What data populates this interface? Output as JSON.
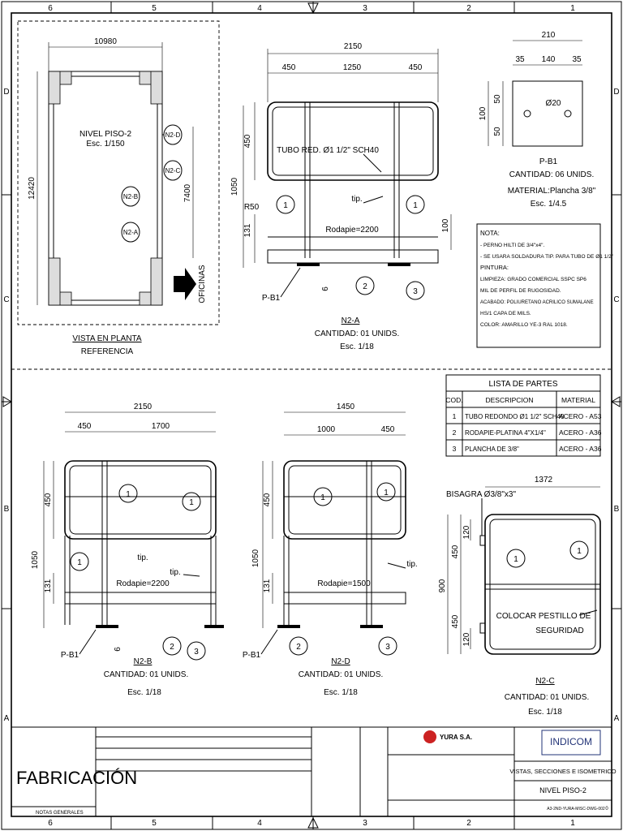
{
  "frame": {
    "col_labels": [
      "6",
      "5",
      "4",
      "3",
      "2",
      "1"
    ],
    "row_labels": [
      "D",
      "C",
      "B",
      "A"
    ]
  },
  "reference_view": {
    "title": "NIVEL PISO-2",
    "scale": "Esc. 1/150",
    "caption_1": "VISTA EN PLANTA",
    "caption_2": "REFERENCIA",
    "dim_width": "10980",
    "dim_height": "12420",
    "dim_7400": "7400",
    "tag_d": "N2-D",
    "tag_c": "N2-C",
    "tag_b": "N2-B",
    "tag_a": "N2-A",
    "oficinas": "OFICINAS"
  },
  "n2a": {
    "dim_total": "2150",
    "dim_left": "450",
    "dim_mid": "1250",
    "dim_right": "450",
    "dim_height": "1050",
    "dim_450": "450",
    "dim_131": "131",
    "dim_100": "100",
    "dim_6": "6",
    "r50": "R50",
    "pipe_label": "TUBO RED. Ø1 1/2\" SCH40",
    "tip": "tip.",
    "rodapie": "Rodapie=2200",
    "pb1": "P-B1",
    "name": "N2-A",
    "qty": "CANTIDAD: 01 UNIDS.",
    "scale": "Esc. 1/18"
  },
  "pb1_detail": {
    "dim_total": "210",
    "dim_35a": "35",
    "dim_140": "140",
    "dim_35b": "35",
    "dim_100": "100",
    "dim_50a": "50",
    "dim_50b": "50",
    "hole": "Ø20",
    "name": "P-B1",
    "qty": "CANTIDAD: 06 UNIDS.",
    "material": "MATERIAL:Plancha 3/8\"",
    "scale": "Esc. 1/4.5"
  },
  "notes": {
    "lines": [
      "NOTA:",
      "- PERNO HILTI DE 3/4\"x4\".",
      "- SE USARA SOLDADURA TIP. PARA TUBO DE Ø1 1/2\"",
      "PINTURA:",
      "LIMPIEZA: GRADO COMERCIAL SSPC SP6",
      "MIL DE PERFIL DE RUGOSIDAD.",
      "ACABADO: POLIURETANO ACRILICO SUMALANE",
      "HS/1 CAPA DE MILS.",
      "COLOR: AMARILLO YE-3 RAL 1018."
    ]
  },
  "parts_list": {
    "title": "LISTA DE PARTES",
    "headers": [
      "COD.",
      "DESCRIPCION",
      "MATERIAL"
    ],
    "rows": [
      [
        "1",
        "TUBO REDONDO Ø1 1/2\" SCH40",
        "ACERO - A53"
      ],
      [
        "2",
        "RODAPIE-PLATINA 4\"X1/4\"",
        "ACERO - A36"
      ],
      [
        "3",
        "PLANCHA DE 3/8\"",
        "ACERO - A36"
      ]
    ]
  },
  "n2b": {
    "dim_total": "2150",
    "dim_left": "450",
    "dim_right": "1700",
    "dim_height": "1050",
    "dim_450": "450",
    "dim_131": "131",
    "dim_6": "6",
    "tip_a": "tip.",
    "tip_b": "tip.",
    "rodapie": "Rodapie=2200",
    "pb1": "P-B1",
    "name": "N2-B",
    "qty": "CANTIDAD: 01 UNIDS.",
    "scale": "Esc. 1/18"
  },
  "n2d": {
    "dim_total": "1450",
    "dim_left": "1000",
    "dim_right": "450",
    "dim_height": "1050",
    "dim_450": "450",
    "dim_131": "131",
    "tip": "tip.",
    "rodapie": "Rodapie=1500",
    "pb1": "P-B1",
    "name": "N2-D",
    "qty": "CANTIDAD: 01 UNIDS.",
    "scale": "Esc. 1/18"
  },
  "n2c": {
    "hinge": "BISAGRA Ø3/8\"x3\"",
    "dim_total": "1372",
    "dim_height": "900",
    "dim_450a": "450",
    "dim_450b": "450",
    "dim_120a": "120",
    "dim_120b": "120",
    "latch_1": "COLOCAR PESTILLO DE",
    "latch_2": "SEGURIDAD",
    "name": "N2-C",
    "qty": "CANTIDAD: 01 UNIDS.",
    "scale": "Esc. 1/18"
  },
  "title_block": {
    "stamp": "FABRICACIÓN",
    "company": "YURA S.A.",
    "logo": "INDICOM",
    "sheet_title": "VISTAS, SECCIONES E ISOMETRICO",
    "level": "NIVEL PISO-2",
    "notes_label": "NOTAS GENERALES",
    "drawing_no": "A3-2ND-YURA-MISC-DWG-002",
    "rev": "0",
    "color_stamp": "#e05050"
  }
}
